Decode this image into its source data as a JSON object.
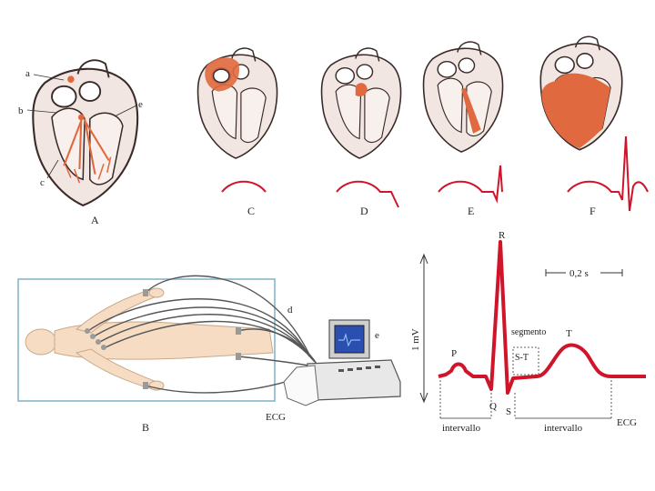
{
  "panels": {
    "A": "A",
    "B": "B",
    "C": "C",
    "D": "D",
    "E": "E",
    "F": "F"
  },
  "heart_labels": {
    "a": "a",
    "b": "b",
    "c": "c",
    "e": "e"
  },
  "setup_labels": {
    "d": "d",
    "e": "e",
    "ecg": "ECG"
  },
  "ecg": {
    "P": "P",
    "Q": "Q",
    "R": "R",
    "S": "S",
    "T": "T",
    "amplitude": "1 mV",
    "time_scale": "0,2 s",
    "segment_label": "segmento",
    "segment_name": "S-T",
    "interval_left": "intervallo",
    "interval_right": "intervallo",
    "trace_label": "ECG"
  },
  "colors": {
    "excitation": "#e0693f",
    "trace": "#d0142a",
    "outline": "#3a2a28",
    "tissue": "#f1e6e2",
    "frame": "#7fb0c8",
    "skin": "#f5dcc3"
  }
}
